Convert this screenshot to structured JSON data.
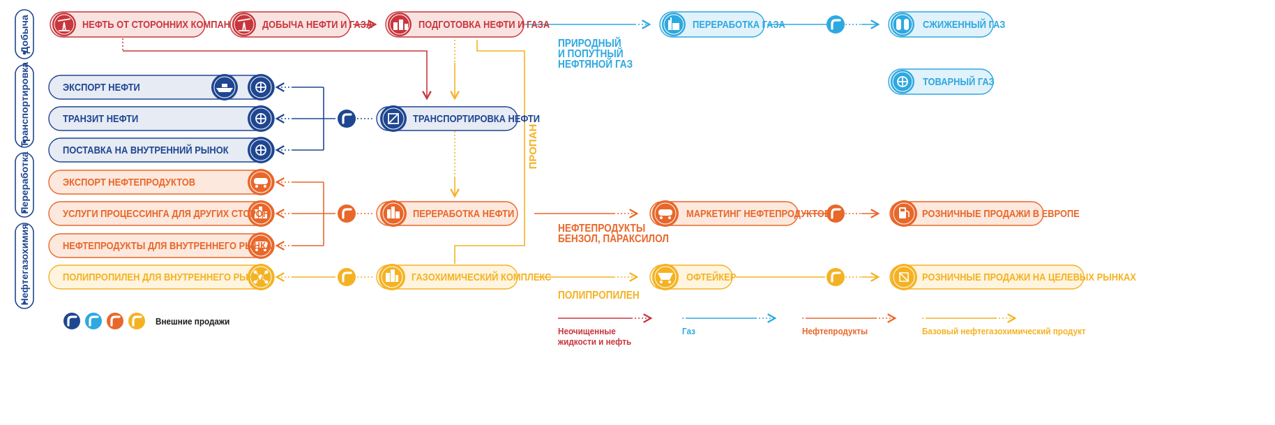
{
  "colors": {
    "red": "#c8363d",
    "lightblue": "#2ea8e0",
    "navy": "#1f4690",
    "orange": "#e8672a",
    "yellow": "#f4b223"
  },
  "sidebar": [
    "Добыча",
    "Транспортировка",
    "Переработка",
    "Нефтегазохимия"
  ],
  "nodes": {
    "third_party_oil": "НЕФТЬ ОТ СТОРОННИХ КОМПАНИЙ",
    "production": "ДОБЫЧА НЕФТИ И ГАЗА",
    "preparation": "ПОДГОТОВКА НЕФТИ И ГАЗА",
    "gas_processing": "ПЕРЕРАБОТКА ГАЗА",
    "lng": "СЖИЖЕННЫЙ ГАЗ",
    "commercial_gas": "ТОВАРНЫЙ ГАЗ",
    "oil_export": "ЭКСПОРТ НЕФТИ",
    "oil_transit": "ТРАНЗИТ НЕФТИ",
    "domestic_supply": "ПОСТАВКА НА ВНУТРЕННИЙ РЫНОК",
    "oil_transport": "ТРАНСПОРТИРОВКА НЕФТИ",
    "products_export": "ЭКСПОРТ НЕФТЕПРОДУКТОВ",
    "processing_services": "УСЛУГИ ПРОЦЕССИНГА ДЛЯ ДРУГИХ СТОРОН",
    "products_domestic": "НЕФТЕПРОДУКТЫ ДЛЯ ВНУТРЕННЕГО РЫНКА",
    "oil_refining": "ПЕРЕРАБОТКА НЕФТИ",
    "marketing": "МАРКЕТИНГ НЕФТЕПРОДУКТОВ",
    "retail_europe": "РОЗНИЧНЫЕ ПРОДАЖИ В ЕВРОПЕ",
    "pp_domestic": "ПОЛИПРОПИЛЕН ДЛЯ ВНУТРЕННЕГО РЫНКА",
    "gas_chem": "ГАЗОХИМИЧЕСКИЙ КОМПЛЕКС",
    "offtaker": "ОФТЕЙКЕР",
    "retail_target": "РОЗНИЧНЫЕ ПРОДАЖИ НА ЦЕЛЕВЫХ РЫНКАХ"
  },
  "flow_labels": {
    "gas": [
      "ПРИРОДНЫЙ",
      "И ПОПУТНЫЙ",
      "НЕФТЯНОЙ ГАЗ"
    ],
    "propane": "ПРОПАН",
    "products": [
      "НЕФТЕПРОДУКТЫ",
      "БЕНЗОЛ, ПАРАКСИЛОЛ"
    ],
    "polypropylene": "ПОЛИПРОПИЛЕН"
  },
  "legend": {
    "external_sales": "Внешние продажи",
    "crude": [
      "Неочищенные",
      "жидкости и нефть"
    ],
    "gas": "Газ",
    "products": "Нефтепродукты",
    "base_product": "Базовый нефтегазохимический продукт"
  }
}
